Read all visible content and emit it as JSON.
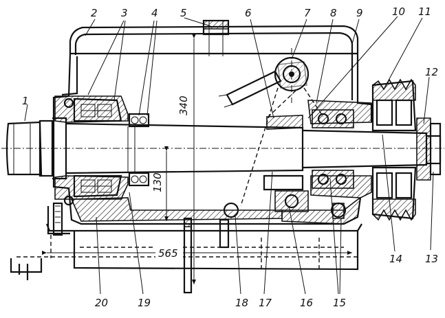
{
  "part_labels": [
    "1",
    "2",
    "3",
    "4",
    "5",
    "6",
    "7",
    "8",
    "9",
    "10",
    "11",
    "12",
    "13",
    "14",
    "15",
    "16",
    "17",
    "18",
    "19",
    "20"
  ],
  "dimensions": {
    "height_340": "340",
    "height_130": "130",
    "length_565": "565"
  },
  "colors": {
    "ink": "#111111",
    "paper": "#ffffff"
  }
}
